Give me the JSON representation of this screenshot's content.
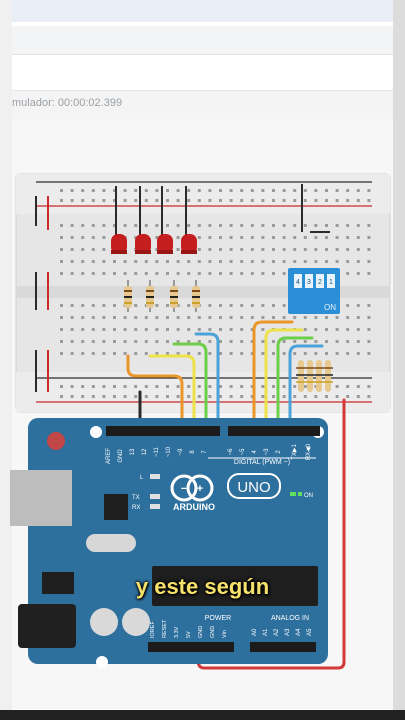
{
  "app": {
    "status_text": "mulador: 00:00:02.399"
  },
  "board": {
    "aref_label": "AREF",
    "gnd_label": "GND",
    "digital_pins": [
      "13",
      "12",
      "~11",
      "~10",
      "~9",
      "8",
      "7",
      "~6",
      "~5",
      "4",
      "~3",
      "2",
      "TX▶1",
      "RX◀0"
    ],
    "digital_label": "DIGITAL (PWM ~)",
    "uno_label": "UNO",
    "arduino_label": "ARDUINO",
    "on_label": "ON",
    "l_label": "L",
    "tx_label": "TX",
    "rx_label": "RX",
    "power_label": "POWER",
    "power_pins": [
      "IOREF",
      "RESET",
      "3.3V",
      "5V",
      "GND",
      "GND",
      "Vin"
    ],
    "analog_label": "ANALOG IN",
    "analog_pins": [
      "A0",
      "A1",
      "A2",
      "A3",
      "A4",
      "A5"
    ]
  },
  "switch": {
    "numbers": [
      "4",
      "3",
      "2",
      "1"
    ],
    "on_label": "ON"
  },
  "caption": "y este según",
  "colors": {
    "board": "#2d6f9d",
    "wire_orange": "#e9962a",
    "wire_yellow": "#eee14a",
    "wire_green": "#6ccf4a",
    "wire_blue": "#4aa3d8",
    "wire_red": "#d23a3a",
    "led_red": "#c41e1e",
    "switch_blue": "#2a8fd6"
  }
}
